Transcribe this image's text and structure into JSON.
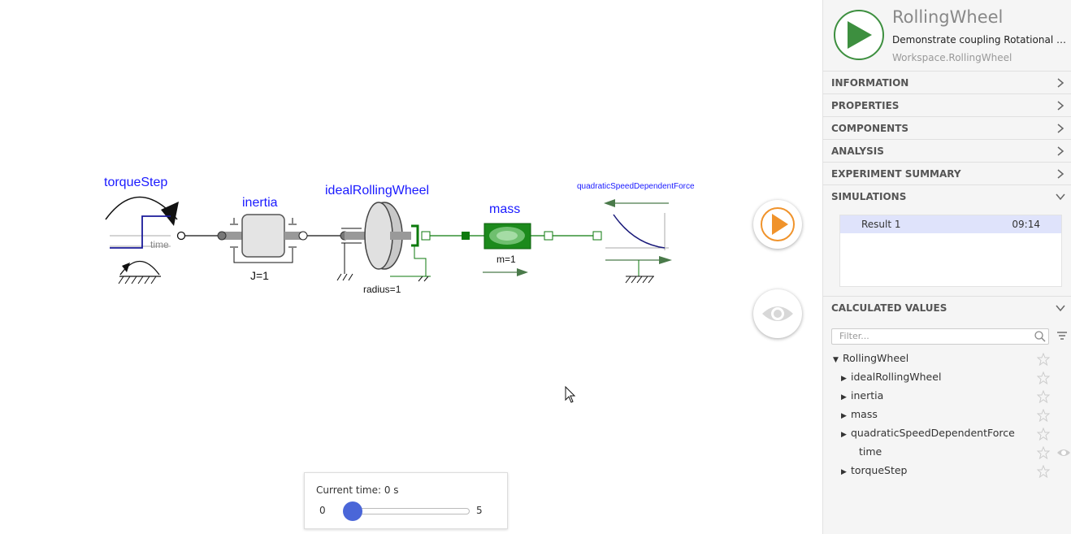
{
  "diagram": {
    "torqueStep": {
      "name": "torqueStep",
      "sublabel": "time"
    },
    "inertia": {
      "name": "inertia",
      "param": "J=1"
    },
    "wheel": {
      "name": "idealRollingWheel",
      "param": "radius=1"
    },
    "mass": {
      "name": "mass",
      "param": "m=1"
    },
    "force": {
      "name": "quadraticSpeedDependentForce"
    }
  },
  "time_panel": {
    "label": "Current time: 0 s",
    "min": "0",
    "max": "5",
    "value": 0
  },
  "model": {
    "name": "RollingWheel",
    "description": "Demonstrate coupling Rotational - Translational",
    "path": "Workspace.RollingWheel"
  },
  "sections": {
    "information": "INFORMATION",
    "properties": "PROPERTIES",
    "components": "COMPONENTS",
    "analysis": "ANALYSIS",
    "experiment_summary": "EXPERIMENT SUMMARY",
    "simulations": "SIMULATIONS",
    "calculated_values": "CALCULATED VALUES"
  },
  "simulations": [
    {
      "name": "Result 1",
      "time": "09:14"
    }
  ],
  "filter": {
    "placeholder": "Filter..."
  },
  "tree": {
    "root": "RollingWheel",
    "children": [
      "idealRollingWheel",
      "inertia",
      "mass",
      "quadraticSpeedDependentForce",
      "time",
      "torqueStep"
    ]
  },
  "colors": {
    "accent_green": "#3d8f3f",
    "run_orange": "#f0932b",
    "label_blue": "#1a1aff",
    "slider_blue": "#4a66d8",
    "selected_row": "#dfe3fb"
  },
  "icons": {
    "play": "play-icon",
    "eye": "eye-icon",
    "chevron": "chevron-right-icon",
    "star": "star-outline-icon",
    "search": "search-icon",
    "filter": "filter-list-icon"
  }
}
